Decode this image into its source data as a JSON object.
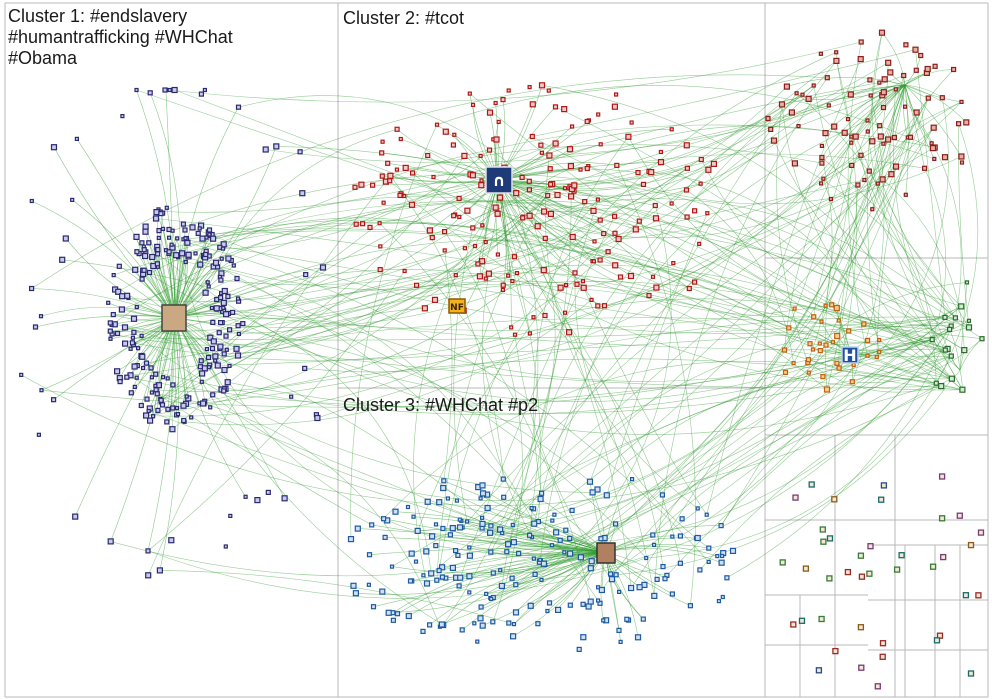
{
  "clusters": [
    {
      "id": "c1",
      "label": "Cluster 1: #endslavery\n#humantrafficking #WHChat\n#Obama",
      "node_color": "#2a2a6e",
      "node_fill": "#c8c8f0",
      "count": 230
    },
    {
      "id": "c2",
      "label": "Cluster 2:  #tcot",
      "node_color": "#b01818",
      "node_fill": "#f4c8c8",
      "count": 200
    },
    {
      "id": "c3",
      "label": "Cluster 3: #WHChat #p2",
      "node_color": "#1d5aa0",
      "node_fill": "#cfe0f4",
      "count": 210
    },
    {
      "id": "c4",
      "label": "",
      "node_color": "#8a1e1e",
      "node_fill": "#e8b0a0",
      "count": 90
    },
    {
      "id": "c5",
      "label": "",
      "node_color": "#c06010",
      "node_fill": "#f4d090",
      "count": 35
    },
    {
      "id": "c6",
      "label": "",
      "node_color": "#2d6a2d",
      "node_fill": "#d0ecd0",
      "count": 18
    }
  ],
  "hub_nodes": [
    {
      "name": "obama-photo-hub",
      "glyph": "",
      "cluster": "c1"
    },
    {
      "name": "tcot-arch-logo-hub",
      "glyph": "∩",
      "cluster": "c2"
    },
    {
      "name": "nf-badge-node",
      "glyph": "NF",
      "cluster": "c2"
    },
    {
      "name": "h-badge-node",
      "glyph": "H",
      "cluster": "c5"
    },
    {
      "name": "p2-photo-hub",
      "glyph": "",
      "cluster": "c3"
    }
  ],
  "colors": {
    "edge": "#2e9a2e",
    "grid_line": "#b8b8b8",
    "background": "#ffffff"
  }
}
